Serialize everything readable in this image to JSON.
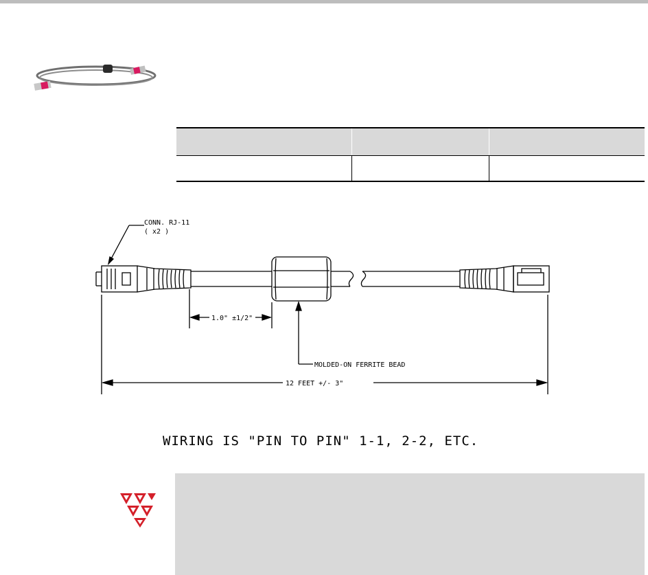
{
  "table": {
    "headers": [
      "",
      "",
      ""
    ],
    "rows": [
      [
        "",
        "",
        ""
      ]
    ]
  },
  "drawing": {
    "connector_label_line1": "CONN. RJ-11",
    "connector_label_line2": "( x2 )",
    "bead_offset_label": "1.0\" ±1/2\"",
    "bead_label": "MOLDED-ON FERRITE BEAD",
    "length_label": "12 FEET +/- 3\""
  },
  "wiring_note": "WIRING IS \"PIN TO PIN\" 1-1, 2-2, ETC.",
  "note_box": {
    "text": ""
  },
  "colors": {
    "logo_red": "#d4202a",
    "table_header_bg": "#d9d9d9",
    "note_bg": "#d9d9d9",
    "top_rule": "#bdbdbd"
  }
}
